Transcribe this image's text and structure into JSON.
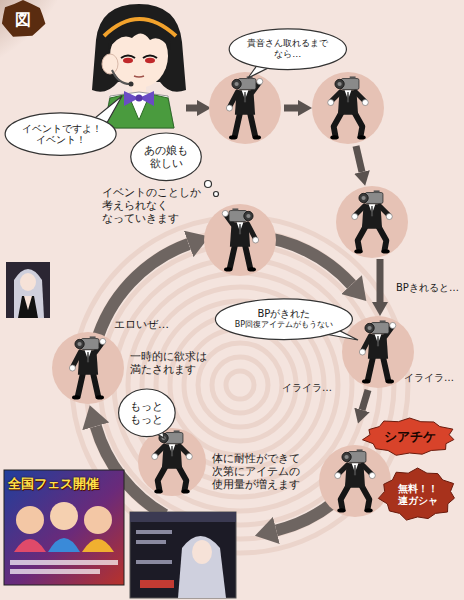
{
  "diagram": {
    "nodes": [
      {
        "text": [
          "図"
        ]
      },
      {
        "text": [
          "イベントですよ！ イベント！"
        ]
      },
      {
        "text": [
          "貴音さん取れるまで なら…"
        ]
      },
      {
        "text": [
          "あの娘も 欲しい"
        ]
      },
      {
        "text": [
          "BPがきれた",
          "BP回復アイテムがもうない"
        ]
      },
      {
        "text": [
          "シアチケ"
        ]
      },
      {
        "text": [
          "無料！！ 連ガシャ"
        ]
      },
      {
        "text": [
          "もっと もっと"
        ]
      }
    ],
    "labels": [
      "イベントのことしか 考えられなく なっていきます",
      "BPきれると…",
      "イライラ…",
      "イライラ…",
      "体に耐性ができて 次第にアイテムの 使用量が増えます",
      "一時的に欲求は 満たされます",
      "エロいぜ…",
      "全国フェス開催"
    ]
  }
}
